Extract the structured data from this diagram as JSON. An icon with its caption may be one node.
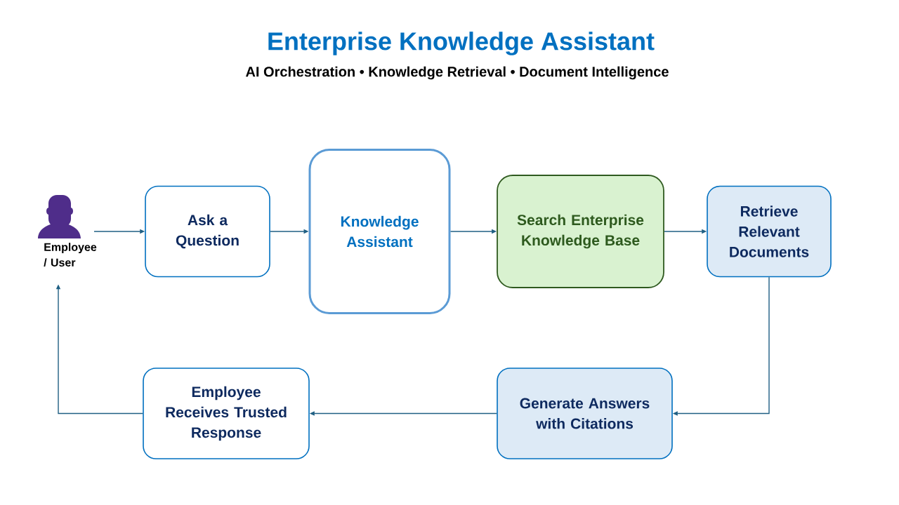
{
  "diagram": {
    "title": "Enterprise Knowledge Assistant",
    "nodes": [
      {
        "text": [
          "Employee / User"
        ]
      },
      {
        "text": [
          "Ask a Question"
        ]
      },
      {
        "text": [
          "Knowledge Assistant"
        ]
      },
      {
        "text": [
          "Search Enterprise Knowledge Base"
        ]
      },
      {
        "text": [
          "Retrieve Relevant Documents"
        ]
      },
      {
        "text": [
          "Generate Answers with Citations"
        ]
      },
      {
        "text": [
          "Employee Receives Trusted Response"
        ]
      }
    ],
    "edges": [
      {
        "from": 0,
        "to": 1,
        "arrow": "to"
      },
      {
        "from": 1,
        "to": 2,
        "arrow": "to"
      },
      {
        "from": 2,
        "to": 3,
        "arrow": "to"
      },
      {
        "from": 3,
        "to": 4,
        "arrow": "to"
      },
      {
        "from": 4,
        "to": 5,
        "arrow": "to"
      },
      {
        "from": 5,
        "to": 6,
        "arrow": "to"
      },
      {
        "from": 6,
        "to": 0,
        "arrow": "to"
      }
    ],
    "labels": [
      "AI Orchestration • Knowledge Retrieval • Document Intelligence"
    ]
  }
}
